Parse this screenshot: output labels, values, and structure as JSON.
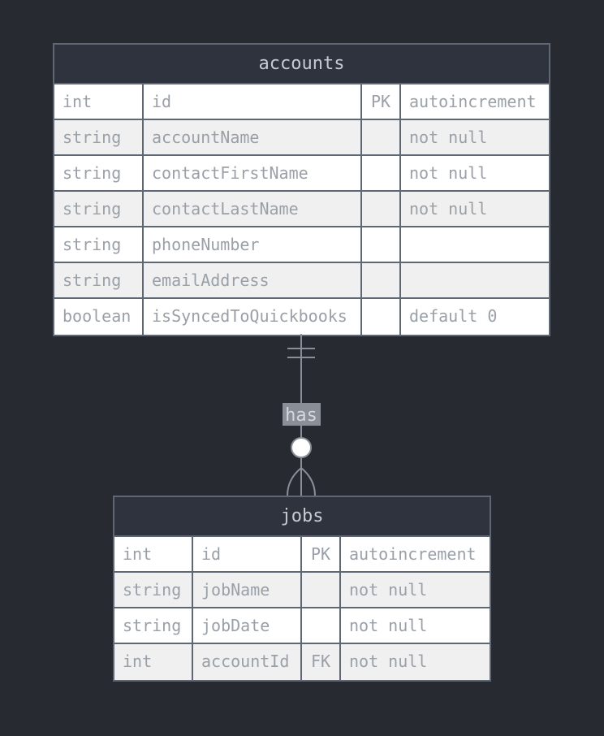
{
  "entities": {
    "accounts": {
      "name": "accounts",
      "attributes": [
        {
          "type": "int",
          "name": "id",
          "key": "PK",
          "comment": "autoincrement"
        },
        {
          "type": "string",
          "name": "accountName",
          "key": "",
          "comment": "not null"
        },
        {
          "type": "string",
          "name": "contactFirstName",
          "key": "",
          "comment": "not null"
        },
        {
          "type": "string",
          "name": "contactLastName",
          "key": "",
          "comment": "not null"
        },
        {
          "type": "string",
          "name": "phoneNumber",
          "key": "",
          "comment": ""
        },
        {
          "type": "string",
          "name": "emailAddress",
          "key": "",
          "comment": ""
        },
        {
          "type": "boolean",
          "name": "isSyncedToQuickbooks",
          "key": "",
          "comment": "default 0"
        }
      ]
    },
    "jobs": {
      "name": "jobs",
      "attributes": [
        {
          "type": "int",
          "name": "id",
          "key": "PK",
          "comment": "autoincrement"
        },
        {
          "type": "string",
          "name": "jobName",
          "key": "",
          "comment": "not null"
        },
        {
          "type": "string",
          "name": "jobDate",
          "key": "",
          "comment": "not null"
        },
        {
          "type": "int",
          "name": "accountId",
          "key": "FK",
          "comment": "not null"
        }
      ]
    }
  },
  "relationship": {
    "label": "has",
    "from": "accounts",
    "to": "jobs",
    "from_cardinality": "exactly-one",
    "to_cardinality": "zero-or-more"
  },
  "colors": {
    "background": "#282a32",
    "header": "#2f333d",
    "border": "#5f6674",
    "line": "#8a8e97",
    "label_bg": "#8a8e97",
    "row_alt": "#f0f0f0",
    "cell_text": "#9aa0a8"
  }
}
